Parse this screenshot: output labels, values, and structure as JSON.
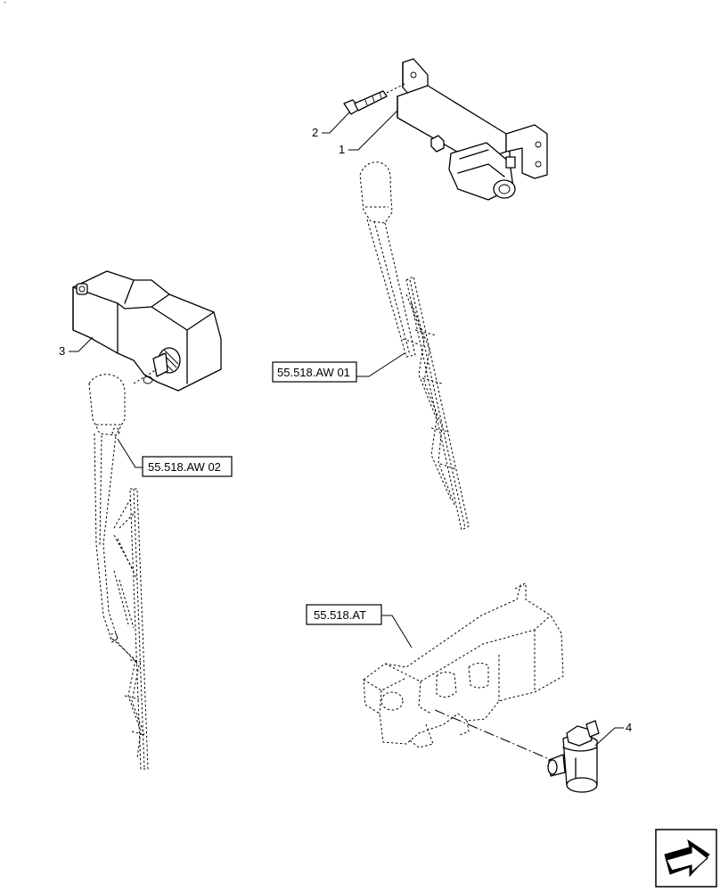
{
  "callouts": {
    "item1": "1",
    "item2": "2",
    "item3": "3",
    "item4": "4"
  },
  "references": {
    "ref_aw01": "55.518.AW 01",
    "ref_aw02": "55.518.AW 02",
    "ref_at": "55.518.AT"
  },
  "corner_mark": "`",
  "nav_icon": "next-page-arrow-icon"
}
